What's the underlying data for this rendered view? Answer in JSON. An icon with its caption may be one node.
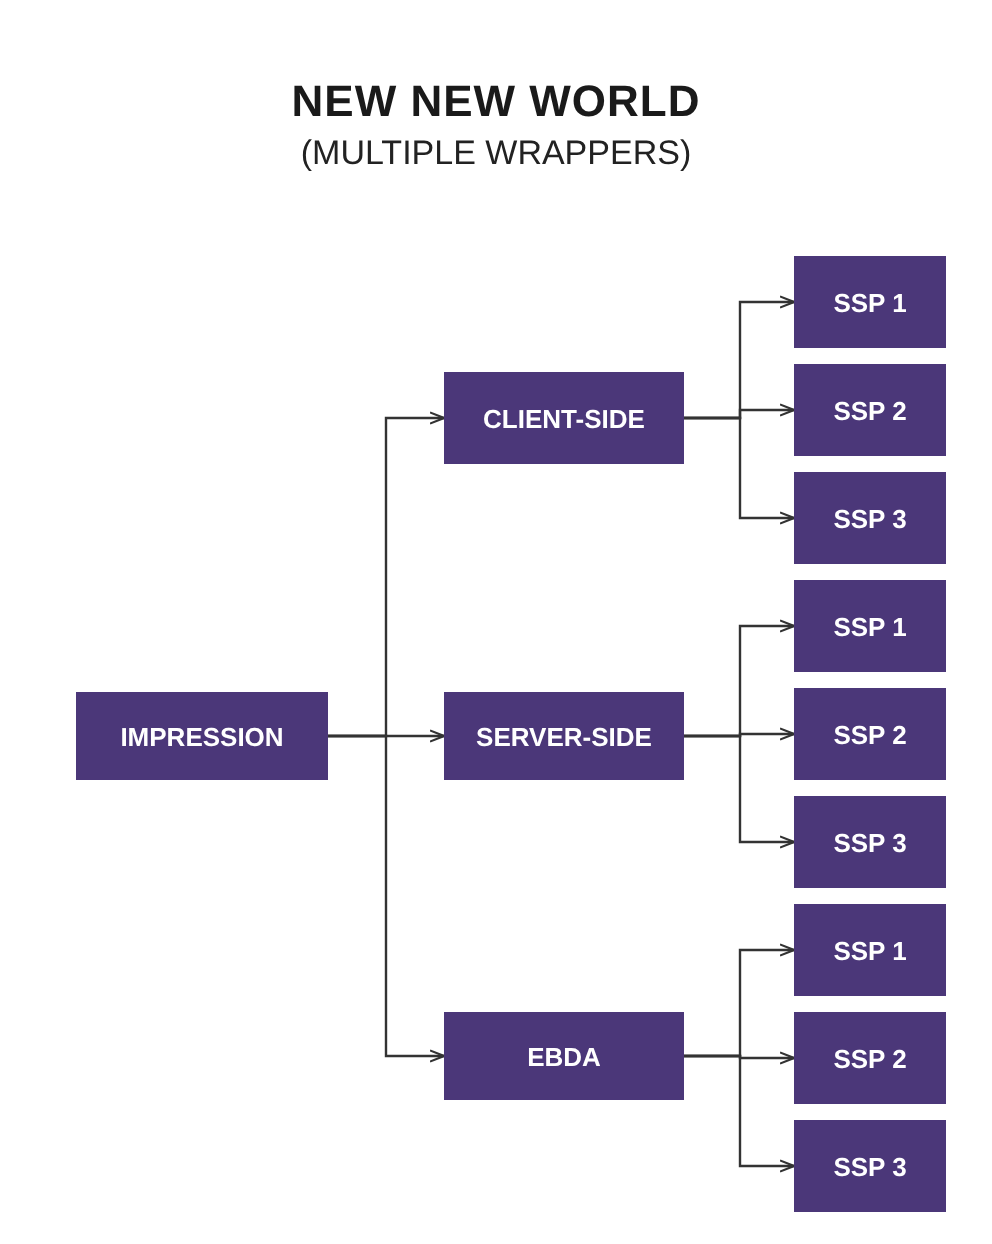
{
  "diagram": {
    "title": "NEW NEW WORLD",
    "caption": "(MULTIPLE WRAPPERS)",
    "nodes": [
      {
        "text": [
          "IMPRESSION"
        ]
      },
      {
        "text": [
          "CLIENT-SIDE"
        ]
      },
      {
        "text": [
          "SERVER-SIDE"
        ]
      },
      {
        "text": [
          "EBDA"
        ]
      },
      {
        "text": [
          "SSP 1"
        ]
      },
      {
        "text": [
          "SSP 2"
        ]
      },
      {
        "text": [
          "SSP 3"
        ]
      },
      {
        "text": [
          "SSP 1"
        ]
      },
      {
        "text": [
          "SSP 2"
        ]
      },
      {
        "text": [
          "SSP 3"
        ]
      },
      {
        "text": [
          "SSP 1"
        ]
      },
      {
        "text": [
          "SSP 2"
        ]
      },
      {
        "text": [
          "SSP 3"
        ]
      }
    ],
    "edges": [
      {
        "from": 0,
        "to": 1,
        "arrow": "to"
      },
      {
        "from": 0,
        "to": 2,
        "arrow": "to"
      },
      {
        "from": 0,
        "to": 3,
        "arrow": "to"
      },
      {
        "from": 1,
        "to": 4,
        "arrow": "to"
      },
      {
        "from": 1,
        "to": 5,
        "arrow": "to"
      },
      {
        "from": 1,
        "to": 6,
        "arrow": "to"
      },
      {
        "from": 2,
        "to": 7,
        "arrow": "to"
      },
      {
        "from": 2,
        "to": 8,
        "arrow": "to"
      },
      {
        "from": 2,
        "to": 9,
        "arrow": "to"
      },
      {
        "from": 3,
        "to": 10,
        "arrow": "to"
      },
      {
        "from": 3,
        "to": 11,
        "arrow": "to"
      },
      {
        "from": 3,
        "to": 12,
        "arrow": "to"
      }
    ]
  }
}
